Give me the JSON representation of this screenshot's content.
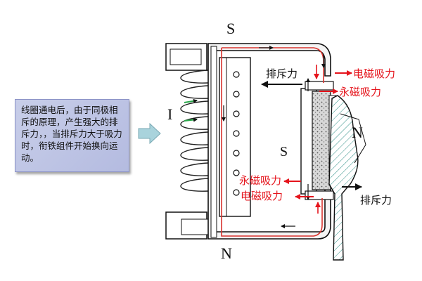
{
  "note": {
    "text": "线圈通电后，由于同极相斥的原理，产生强大的排斥力，，当排斥力大于吸力时，衔铁组件开始换向运动。"
  },
  "labels": {
    "pole_top": "S",
    "pole_bottom": "N",
    "pole_right": "N",
    "pole_mid": "S",
    "current_symbol": "I",
    "repel_upper": "排斥力",
    "repel_lower": "排斥力",
    "electromag_upper": "电磁吸力",
    "permanent_upper": "永磁吸力",
    "permanent_lower": "永磁吸力",
    "electromag_lower": "电磁吸力"
  },
  "colors": {
    "force_red": "#e5141c",
    "flux_path": "#d9332e",
    "hatch": "#2f8f86",
    "note_bg": "#bcc2e4",
    "callout_arrow": "#a9d3dc"
  }
}
